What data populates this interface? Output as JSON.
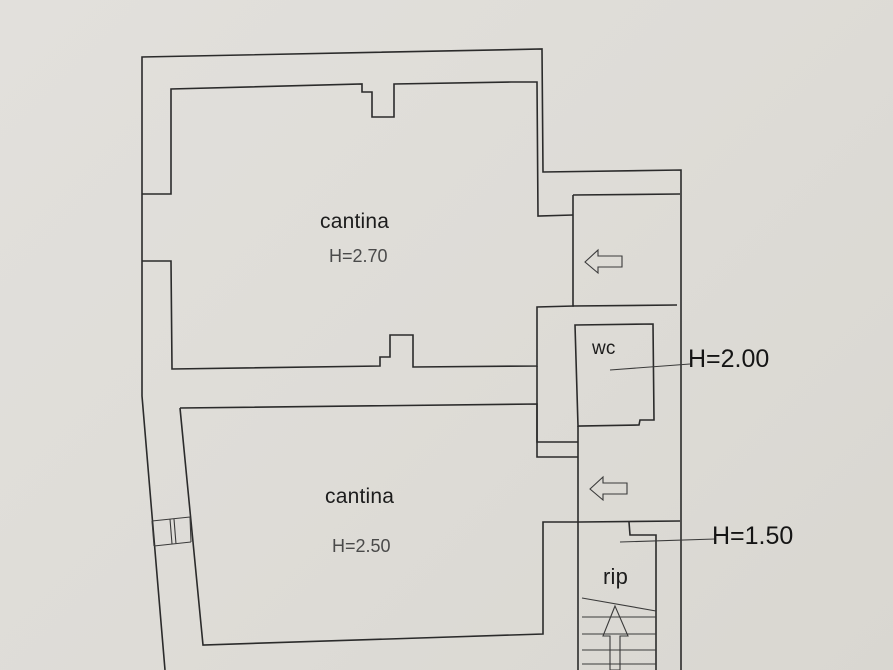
{
  "plan": {
    "rooms": [
      {
        "name": "cantina",
        "height_label": "H=2.70"
      },
      {
        "name": "cantina",
        "height_label": "H=2.50"
      },
      {
        "name": "wc"
      },
      {
        "name": "rip"
      }
    ],
    "callouts": [
      {
        "label": "H=2.00",
        "target": "wc"
      },
      {
        "label": "H=1.50",
        "target": "rip"
      }
    ],
    "icons": [
      "arrow-left-icon",
      "arrow-left-icon",
      "arrow-up-icon"
    ],
    "colors": {
      "paper": "#e0deda",
      "line": "#2b2b2b",
      "height_text": "#4a4a4a"
    }
  }
}
